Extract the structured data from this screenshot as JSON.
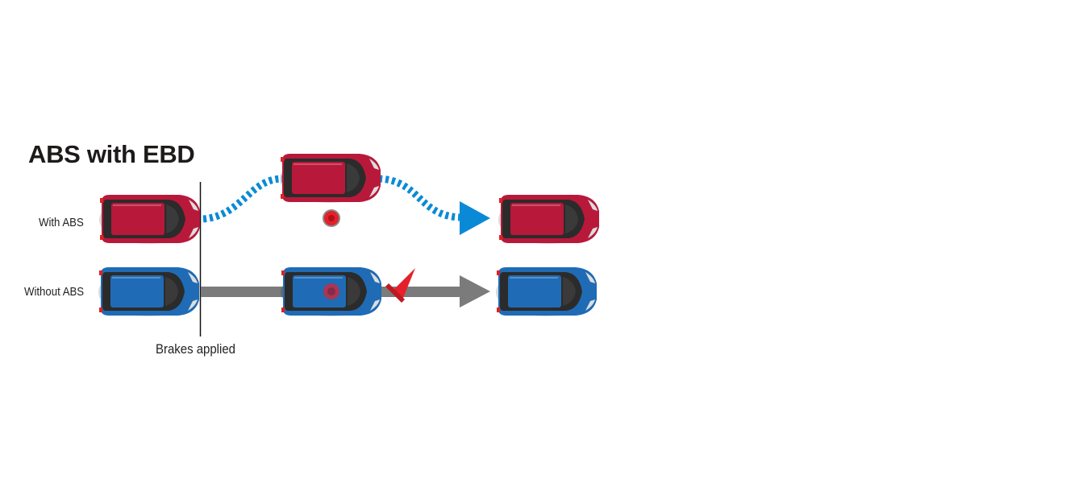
{
  "title": "ABS with EBD",
  "rows": {
    "with_abs": "With ABS",
    "without_abs": "Without ABS"
  },
  "brakes_label": "Brakes applied",
  "colors": {
    "red_car": "#b8193a",
    "blue_car": "#1f6bb5",
    "path_blue": "#0a8ad6",
    "path_gray": "#7b7b7b",
    "cone": "#e4202a"
  }
}
